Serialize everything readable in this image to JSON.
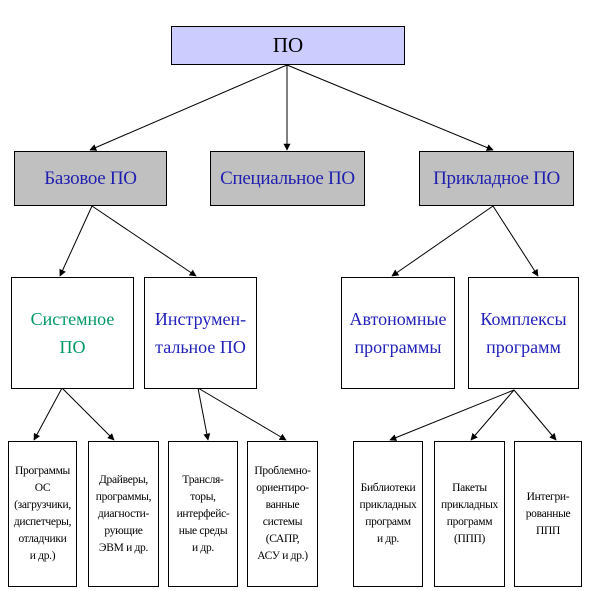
{
  "diagram": {
    "root": "ПО",
    "level1": {
      "basic": "Базовое ПО",
      "special": "Специальное ПО",
      "applied": "Прикладное ПО"
    },
    "level2": {
      "system": "Системное\nПО",
      "tools": "Инструмен-\nтальное ПО",
      "autonomous": "Автономные\nпрограммы",
      "complexes": "Комплексы\nпрограмм"
    },
    "leaves": {
      "os": "Программы\nОС\n(загрузчики,\nдиспетчеры,\nотладчики\nи др.)",
      "drivers": "Драйверы,\nпрограммы,\nдиагности-\nрующие\nЭВМ и др.",
      "translators": "Трансля-\nторы,\nинтерфейс-\nные среды\nи др.",
      "problem": "Проблемно-\nориентиро-\nванные\nсистемы\n(САПР,\nАСУ и др.)",
      "libraries": "Библиотеки\nприкладных\nпрограмм\nи др.",
      "packages": "Пакеты\nприкладных\nпрограмм\n(ППП)",
      "integrated": "Интегри-\nрованные\nППП"
    },
    "colors": {
      "root_fill": "#ccccff",
      "level1_fill": "#c0c0c0",
      "level1_text": "#1f1fb0",
      "system_text": "#009966",
      "blue_text": "#2222bb",
      "line": "#000000"
    }
  }
}
